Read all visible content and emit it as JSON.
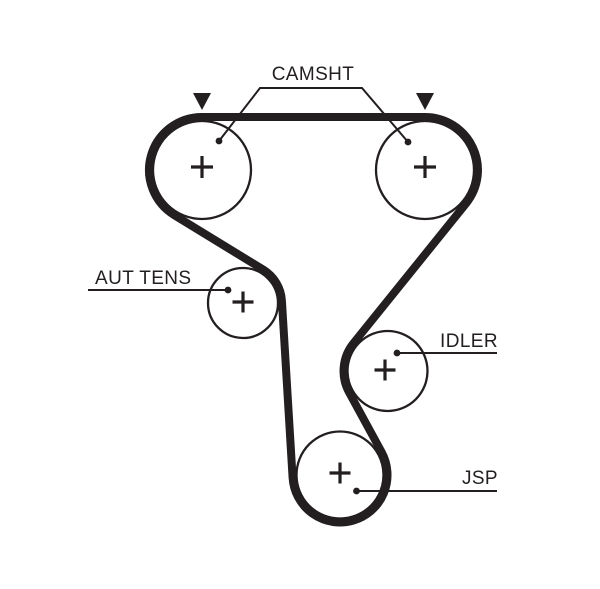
{
  "diagram": {
    "type": "timing-belt-routing",
    "ink_color": "#231f20",
    "background_color": "#ffffff",
    "labels": {
      "camshaft": "CAMSHT",
      "auto_tensioner": "AUT TENS",
      "idler": "IDLER",
      "jsp": "JSP"
    },
    "pulleys": [
      {
        "id": "camshaft-left",
        "label": "CAMSHT",
        "center_mark": "+",
        "timing_mark": "filled-down-triangle"
      },
      {
        "id": "camshaft-right",
        "label": "CAMSHT",
        "center_mark": "+",
        "timing_mark": "filled-down-triangle"
      },
      {
        "id": "auto-tensioner",
        "label": "AUT TENS",
        "center_mark": "+"
      },
      {
        "id": "idler",
        "label": "IDLER",
        "center_mark": "+"
      },
      {
        "id": "jsp",
        "label": "JSP",
        "center_mark": "+"
      }
    ]
  }
}
